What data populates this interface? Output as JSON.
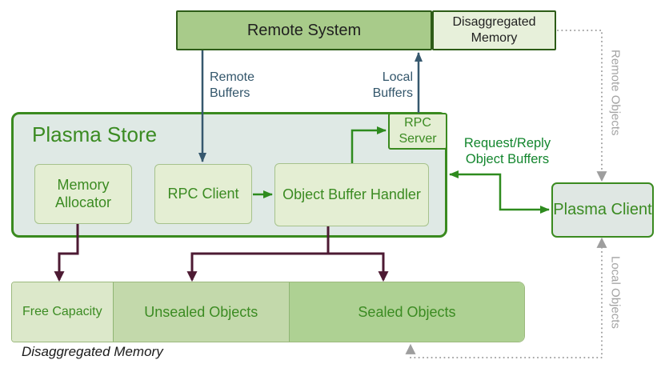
{
  "nodes": {
    "remote_system": "Remote System",
    "disaggregated_memory": "Disaggregated Memory",
    "plasma_store": "Plasma Store",
    "memory_allocator": "Memory Allocator",
    "rpc_client": "RPC Client",
    "object_buffer_handler": "Object Buffer Handler",
    "rpc_server": "RPC Server",
    "plasma_client": "Plasma Client",
    "free_capacity": "Free Capacity",
    "unsealed_objects": "Unsealed Objects",
    "sealed_objects": "Sealed Objects"
  },
  "edge_labels": {
    "remote_buffers": "Remote Buffers",
    "local_buffers": "Local Buffers",
    "request_reply_object_buffers": "Request/Reply Object Buffers",
    "remote_objects": "Remote Objects",
    "local_objects": "Local Objects"
  },
  "captions": {
    "disaggregated_memory": "Disaggregated Memory"
  },
  "colors": {
    "arrow_green": "#2e8b1e",
    "arrow_blue": "#36586e",
    "arrow_maroon": "#4d1a33",
    "arrow_gray": "#9e9e9e",
    "dark_green_border": "#2d5c17",
    "green_border": "#3a8a1f",
    "green_text": "#3b8b22",
    "remote_system_fill": "#a8cb8a",
    "light_green_fill": "#e4eed3",
    "store_fill": "#dfe9e5",
    "client_fill": "#dfe7e3",
    "bar_free_fill": "#dce8ca",
    "bar_unsealed_fill": "#c3d9ab",
    "bar_sealed_fill": "#aed193"
  }
}
